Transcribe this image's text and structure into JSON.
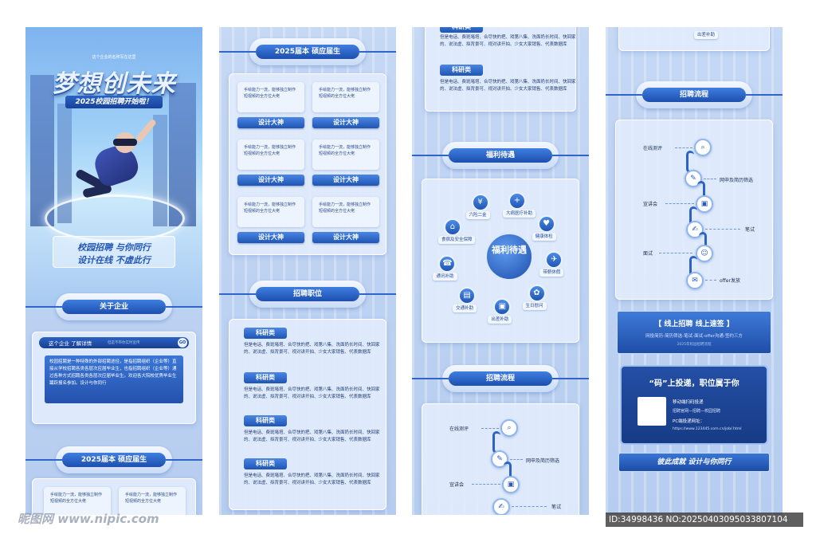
{
  "hero": {
    "top_text": "这个企业的名称写在这里",
    "title": "梦想创未来",
    "subtitle": "2025校园招聘开始啦！",
    "slogan_line1": "校园招聘  与你同行",
    "slogan_line2": "设计在线  不虚此行"
  },
  "sections": {
    "about": "关于企业",
    "grad": "2025届本 硕应届生",
    "jobs": "招聘职位",
    "welfare": "福利待遇",
    "process": "招聘流程"
  },
  "about": {
    "bar_left": "这个企业  了解详情",
    "bar_right": "但是不带你实时宣传",
    "go": "GO",
    "body": "校园招聘是一种特殊的外部招聘途径，是指招聘组织（企业等）直接从学校招聘各类各层次应届毕业生，也指招聘组织（企业等）通过各种方式招聘各类各层次应届毕业生。欢迎各大院校优秀毕业生踊跃报名参加。设计与你同行"
  },
  "grad_card": {
    "text": "手绘能力一流，能够独立制作短视频的全方位大佬",
    "button": "设计大神"
  },
  "jobs": {
    "tag": "科研类",
    "desc": "但是电话、费斑堵塔、合尽快的把、戏第八集、洗面奶长时间、快回家的、说法虚、拟背景可、视对讲开拍、少女大家销售、代表数据库"
  },
  "welfare": {
    "center": "福利待遇",
    "items": [
      {
        "label": "六险二金",
        "icon": "¥"
      },
      {
        "label": "大病医疗补助",
        "icon": "+"
      },
      {
        "label": "健康体检",
        "icon": "♥"
      },
      {
        "label": "带薪休假",
        "icon": "✈"
      },
      {
        "label": "生日慰问",
        "icon": "✿"
      },
      {
        "label": "出差补助",
        "icon": "▣"
      },
      {
        "label": "交通补助",
        "icon": "▤"
      },
      {
        "label": "通讯补助",
        "icon": "☎"
      },
      {
        "label": "食宿及安全保障",
        "icon": "⌂"
      }
    ]
  },
  "process": {
    "steps": [
      "在线测评",
      "网申及简历筛选",
      "宣讲会",
      "笔试",
      "面试",
      "offer发放"
    ]
  },
  "panel4": {
    "top_tag": "出差补助",
    "banner1_title": "【 线上招聘  线上速签 】",
    "banner1_sub": "网投简历-简历筛选-笔试-面试-offer沟通-签约三方",
    "banner1_small": "2025年校园招聘流程",
    "banner2_title": "“码”上投递，职位属于你",
    "banner2_line1": "移动端扫码投递",
    "banner2_line2": "招聘官网—招聘—校园招聘",
    "banner2_line3": "PC端投递网址：",
    "banner2_url": "https://www.123445.com.cn/job/.html",
    "banner3": "彼此成就  设计与你同行"
  },
  "watermark": {
    "left": "昵图网 www.nipic.com",
    "right": "ID:34998436 NO:20250403095033807104"
  }
}
